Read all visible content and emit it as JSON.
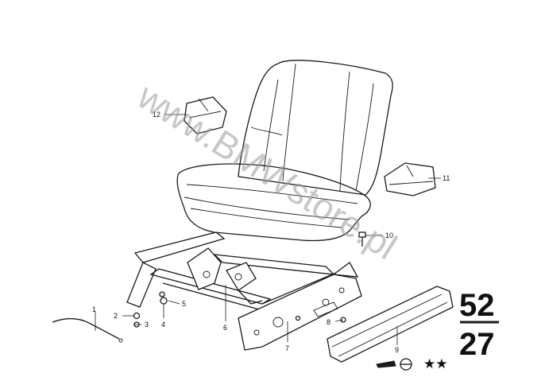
{
  "watermark": "www.BMWstore.pl",
  "group_number": {
    "main_group": "52",
    "sub_group": "27"
  },
  "callouts": [
    "1",
    "2",
    "3",
    "4",
    "5",
    "6",
    "7",
    "8",
    "9",
    "10",
    "11",
    "12"
  ],
  "stars": "★★",
  "colors": {
    "ink": "#1a1a1a",
    "watermark": "#9a9a9a",
    "background": "#ffffff"
  }
}
